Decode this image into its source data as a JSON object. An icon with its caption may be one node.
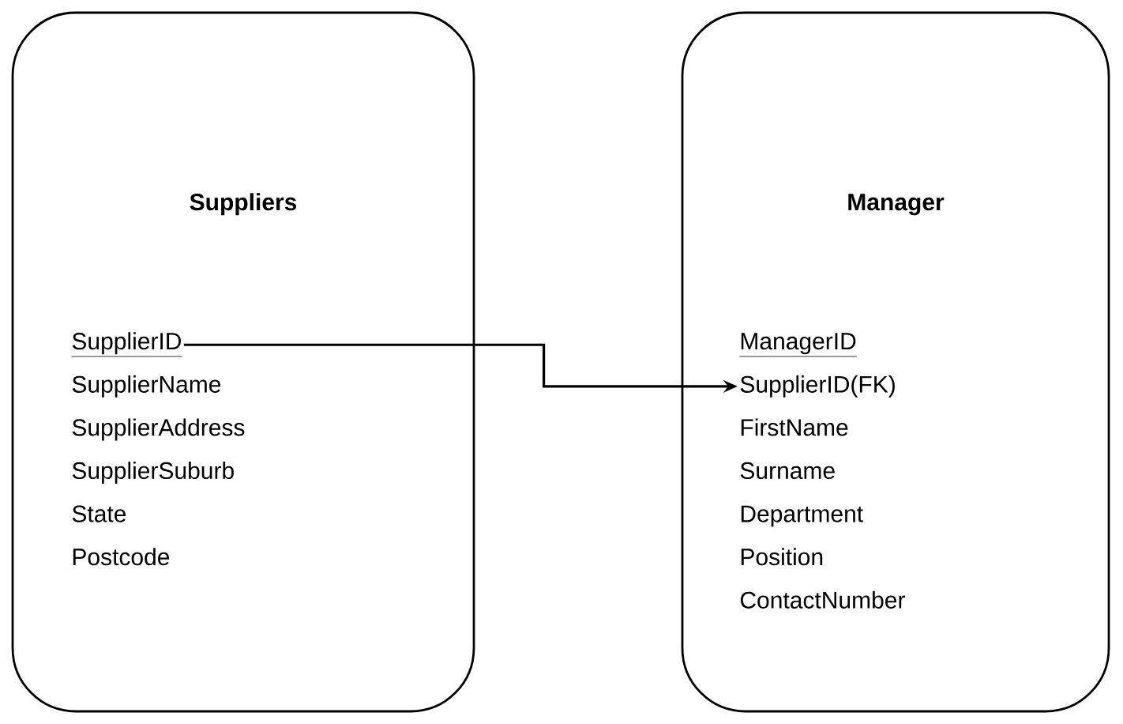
{
  "diagram": {
    "nodes": [
      {
        "text": [
          "Suppliers"
        ]
      },
      {
        "text": [
          "SupplierID"
        ],
        "in": 0
      },
      {
        "text": [
          "SupplierName"
        ],
        "in": 0
      },
      {
        "text": [
          "SupplierAddress"
        ],
        "in": 0
      },
      {
        "text": [
          "SupplierSuburb"
        ],
        "in": 0
      },
      {
        "text": [
          "State"
        ],
        "in": 0
      },
      {
        "text": [
          "Postcode"
        ],
        "in": 0
      },
      {
        "text": [
          "Manager"
        ]
      },
      {
        "text": [
          "ManagerID"
        ],
        "in": 7
      },
      {
        "text": [
          "SupplierID(FK)"
        ],
        "in": 7
      },
      {
        "text": [
          "FirstName"
        ],
        "in": 7
      },
      {
        "text": [
          "Surname"
        ],
        "in": 7
      },
      {
        "text": [
          "Department"
        ],
        "in": 7
      },
      {
        "text": [
          "Position"
        ],
        "in": 7
      },
      {
        "text": [
          "ContactNumber"
        ],
        "in": 7
      }
    ],
    "edges": [
      {
        "from": 1,
        "to": 9,
        "arrow": "to"
      }
    ]
  }
}
